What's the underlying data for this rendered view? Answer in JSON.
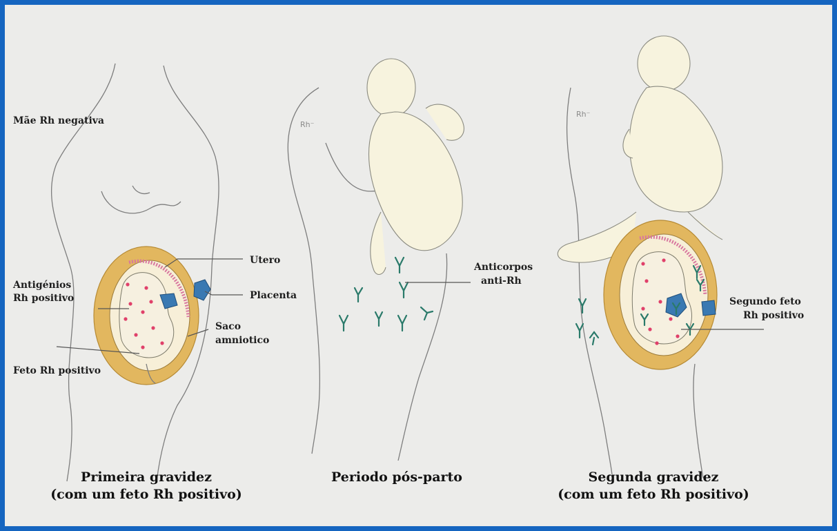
{
  "border_color": "#1565c0",
  "background_color": "#ececea",
  "labels": {
    "mother_rh_negative": "Mãe Rh negativa",
    "utero": "Utero",
    "antigen_line1": "Antigénios",
    "antigen_line2": "Rh positivo",
    "placenta": "Placenta",
    "saco_line1": "Saco",
    "saco_line2": "amniotico",
    "feto_rh_positivo": "Feto Rh positivo",
    "anticorpos_line1": "Anticorpos",
    "anticorpos_line2": "anti-Rh",
    "segundo_feto_line1": "Segundo feto",
    "segundo_feto_line2": "Rh positivo",
    "rh_minus_1": "Rh⁻",
    "rh_minus_2": "Rh⁻"
  },
  "captions": {
    "first_line1": "Primeira gravidez",
    "first_line2": "(com um feto Rh positivo)",
    "second": "Periodo pós-parto",
    "third_line1": "Segunda gravidez",
    "third_line2": "(com um feto Rh positivo)"
  },
  "icons": {
    "antibody": "antibody-y-shape",
    "antigen": "antigen-dot"
  },
  "colors": {
    "antigen": "#e0406a",
    "antibody": "#2a7a6a",
    "uterus": "#e2b75f",
    "placenta": "#3a79b2",
    "endometrium": "#d8779f"
  }
}
